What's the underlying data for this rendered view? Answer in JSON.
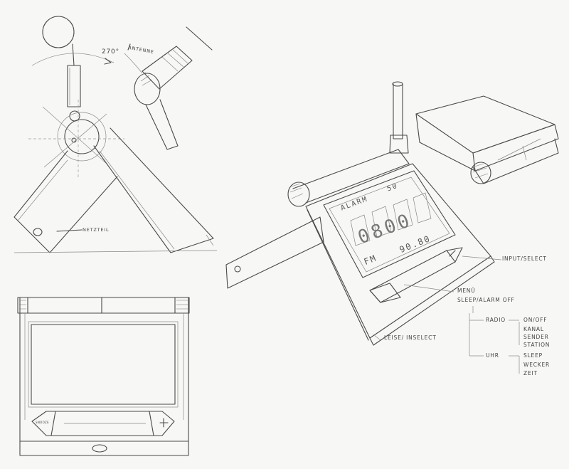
{
  "front_sketch": {
    "angle": "270°",
    "antenna": "ANTENNE",
    "base_part": "NETZTEIL"
  },
  "display": {
    "alarm_label": "ALARM",
    "alarm_value": "50",
    "time_digits": "0800",
    "band": "FM",
    "frequency": "90.80"
  },
  "annotations": {
    "input_select": "INPUT/SELECT",
    "menu": "MENÜ",
    "sleep_alarm_off": "SLEEP/ALARM OFF",
    "bottom": "LEISE/ INSELECT"
  },
  "menu_tree": {
    "radio": {
      "label": "RADIO",
      "items": [
        "ON/OFF",
        "KANAL",
        "SENDER",
        "STATION"
      ]
    },
    "clock": {
      "label": "UHR",
      "items": [
        "SLEEP",
        "WECKER",
        "ZEIT"
      ]
    }
  },
  "front_view": {
    "button_left": "SNOOZE",
    "button_right": "+"
  },
  "icons": [
    "knob-icon",
    "plus-icon",
    "minus-triangle-icon",
    "hinge-icon"
  ]
}
